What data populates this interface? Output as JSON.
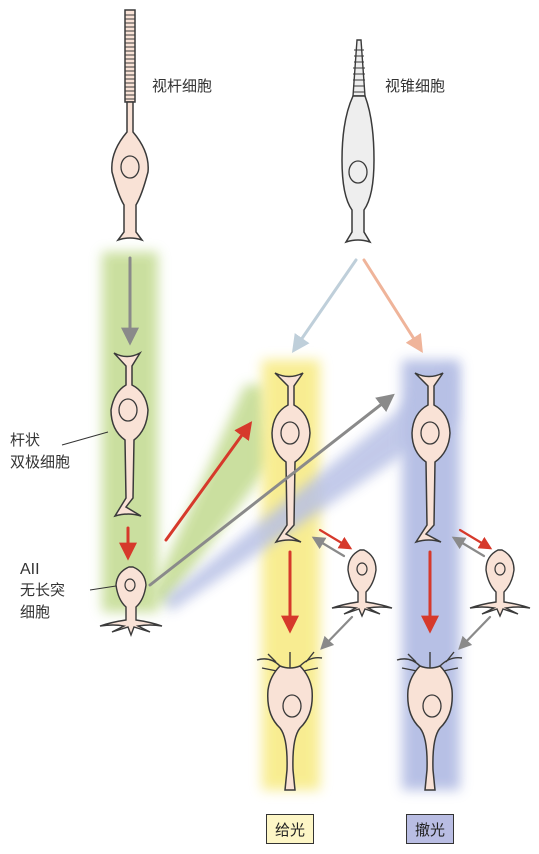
{
  "labels": {
    "rod": "视杆细胞",
    "cone": "视锥细胞",
    "rod_bipolar_line1": "杆状",
    "rod_bipolar_line2": "双极细胞",
    "aii_line1": "AII",
    "aii_line2": "无长突",
    "aii_line3": "细胞",
    "on": "给光",
    "off": "撤光"
  },
  "colors": {
    "rod_pathway": "#c8de9a",
    "on_pathway": "#f8ec8c",
    "off_pathway": "#b4bde4",
    "cell_fill": "#f9e2d6",
    "cell_stroke": "#3a3a3a",
    "cone_fill": "#eeeeee",
    "excitatory_arrow": "#d6392b",
    "neutral_arrow": "#8a8a8a",
    "cone_to_on_arrow": "#bfcfda",
    "cone_to_off_arrow": "#efb49a",
    "on_box_fill": "#fdf6c6",
    "off_box_fill": "#b9bde3"
  }
}
